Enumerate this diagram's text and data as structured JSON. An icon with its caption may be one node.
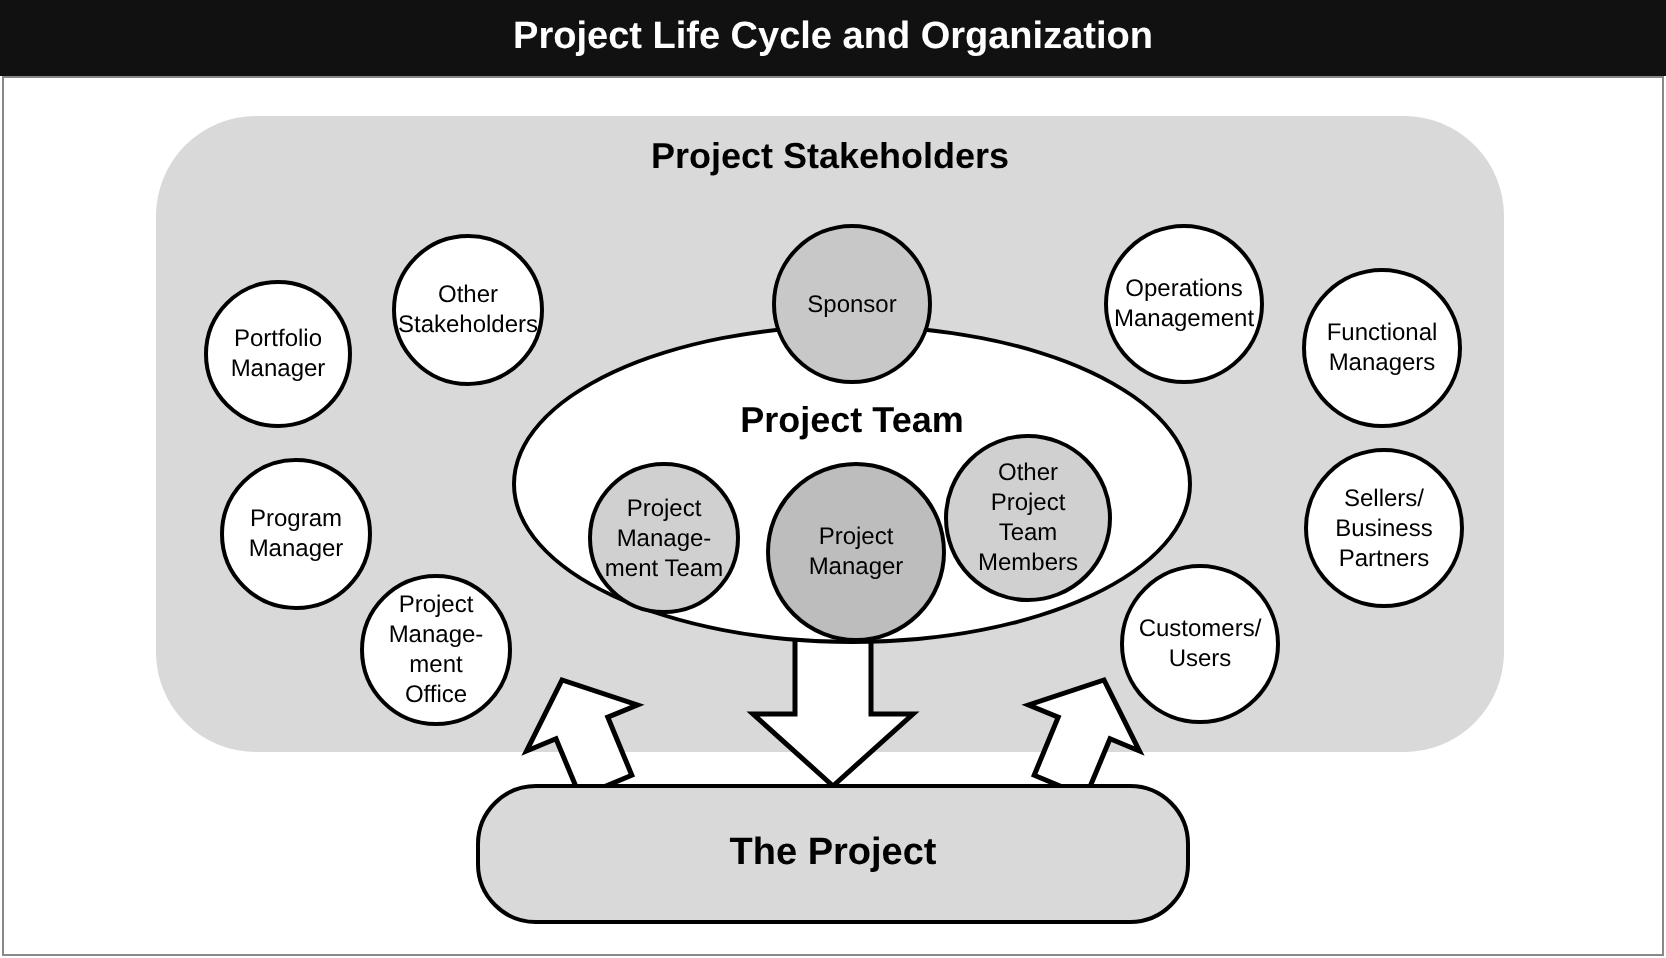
{
  "diagram": {
    "title": "Project Life Cycle and Organization",
    "nodes": [
      {
        "text": [
          "Project Stakeholders"
        ]
      },
      {
        "text": [
          "Portfolio Manager"
        ],
        "in": 0
      },
      {
        "text": [
          "Other Stakeholders"
        ],
        "in": 0
      },
      {
        "text": [
          "Sponsor"
        ],
        "in": 0
      },
      {
        "text": [
          "Operations Management"
        ],
        "in": 0
      },
      {
        "text": [
          "Functional Managers"
        ],
        "in": 0
      },
      {
        "text": [
          "Project Team"
        ],
        "in": 0
      },
      {
        "text": [
          "Project Manage-ment Team"
        ],
        "in": 6
      },
      {
        "text": [
          "Project Manager"
        ],
        "in": 6
      },
      {
        "text": [
          "Other Project Team Members"
        ],
        "in": 6
      },
      {
        "text": [
          "Program Manager"
        ],
        "in": 0
      },
      {
        "text": [
          "Project Manage-ment Office"
        ],
        "in": 0
      },
      {
        "text": [
          "Sellers/ Business Partners"
        ],
        "in": 0
      },
      {
        "text": [
          "Customers/ Users"
        ],
        "in": 0
      },
      {
        "text": [
          "The Project"
        ]
      }
    ],
    "edges": [
      {
        "from": 6,
        "to": 14,
        "arrow": "to",
        "style": "thick"
      },
      {
        "from": 14,
        "to": 0,
        "arrow": "to",
        "style": "thick"
      },
      {
        "from": 14,
        "to": 0,
        "arrow": "to",
        "style": "thick"
      }
    ]
  }
}
